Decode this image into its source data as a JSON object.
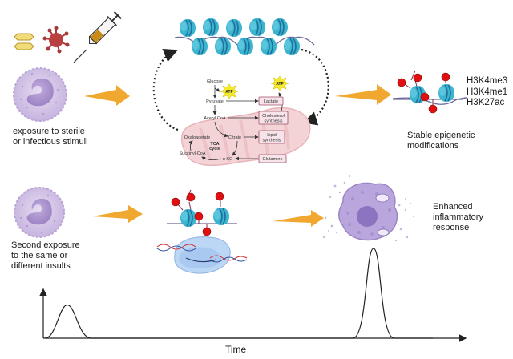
{
  "stage1": {
    "caption_line1": "exposure to sterile",
    "caption_line2": "or infectious stimuli",
    "stimuli_icons": [
      "crystal-icon",
      "virus-icon",
      "syringe-icon"
    ]
  },
  "metabolism": {
    "glucose": "Glucose",
    "pyruvate": "Pyruvate",
    "acetyl_coa": "Acetyl CoA",
    "oxaloacetate": "Oxaloacetate",
    "citrate": "Citrate",
    "succinyl_coa": "Succinyl-CoA",
    "akg": "α KG",
    "tca_line1": "TCA",
    "tca_line2": "cycle",
    "atp1": "ATP",
    "atp2": "ATP",
    "boxes": {
      "lactate": "Lactate",
      "cholesterol_line1": "Cholesterol",
      "cholesterol_line2": "synthesis",
      "lipid_line1": "Lipid",
      "lipid_line2": "synthesis",
      "glutamine": "Glutamine"
    }
  },
  "epigenetic": {
    "marks": [
      "H3K4me3",
      "H3K4me1",
      "H3K27ac"
    ],
    "caption_line1": "Stable epigenetic",
    "caption_line2": "modifications"
  },
  "stage2": {
    "caption_line1": "Second exposure",
    "caption_line2": "to the same or",
    "caption_line3": "different insults"
  },
  "response": {
    "caption_line1": "Enhanced",
    "caption_line2": "inflammatory",
    "caption_line3": "response"
  },
  "graph": {
    "xlabel": "Time",
    "peaks": [
      {
        "name": "first-response",
        "relative_height": 0.37
      },
      {
        "name": "second-response",
        "relative_height": 1.0
      }
    ]
  },
  "colors": {
    "arrow": "#f0a830",
    "nucleosome": "#3bb4cf",
    "nucleosome_dark": "#1f6f9a",
    "mark": "#e01010",
    "cell": "#c9b8e0",
    "nucleus": "#a890cc",
    "mito": "#f3d3d6",
    "box_border": "#a0506a",
    "box_fill": "#f7e3ea",
    "atp": "#f5ea2a"
  }
}
